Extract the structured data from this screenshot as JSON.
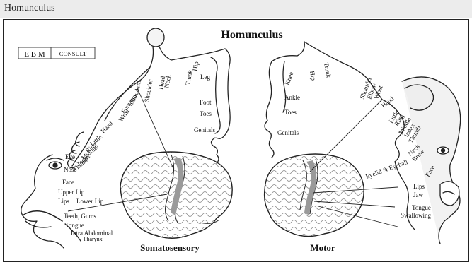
{
  "window": {
    "title": "Homunculus"
  },
  "figure": {
    "title": "Homunculus",
    "logo_text": {
      "left": "E B M",
      "right": "CONSULT"
    },
    "left_panel": {
      "caption": "Somatosensory",
      "labels": [
        "Genitals",
        "Toes",
        "Foot",
        "Leg",
        "Hip",
        "Trunk",
        "Neck",
        "Head",
        "Shoulder",
        "Arm",
        "Elbow",
        "Forearm",
        "Wrist",
        "Hand",
        "Little",
        "Ring",
        "Middle",
        "Index",
        "Thumb",
        "Eye",
        "Nose",
        "Face",
        "Upper Lip",
        "Lips",
        "Lower Lip",
        "Teeth, Gums",
        "Tongue",
        "Intra Abdominal",
        "Pharynx"
      ]
    },
    "right_panel": {
      "caption": "Motor",
      "labels": [
        "Hip",
        "Trunk",
        "Knee",
        "Ankle",
        "Toes",
        "Genitals",
        "Shoulder",
        "Elbow",
        "Wrist",
        "Hand",
        "Little",
        "Ring",
        "Middle",
        "Index",
        "Thumb",
        "Neck",
        "Brow",
        "Eyelid & Eyeball",
        "Face",
        "Lips",
        "Jaw",
        "Tongue",
        "Swallowing"
      ]
    }
  }
}
